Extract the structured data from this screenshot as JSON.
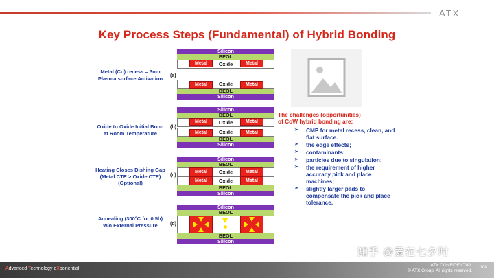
{
  "header": {
    "title": "Key Process Steps (Fundamental) of Hybrid Bonding",
    "logo_text": "ATX"
  },
  "steps": [
    {
      "letter": "(a)",
      "label": "Metal (Cu) recess = 3nm\nPlasma surface Activation",
      "top_stack": [
        "Silicon",
        "BEOL",
        "Oxide"
      ],
      "bottom_stack": [
        "Oxide",
        "BEOL",
        "Silicon"
      ],
      "metal": "Metal"
    },
    {
      "letter": "(b)",
      "label": "Oxide to Oxide Initial Bond\nat Room Temperature",
      "top_stack": [
        "Silicon",
        "BEOL",
        "Oxide"
      ],
      "bottom_stack": [
        "Oxide",
        "BEOL",
        "Silicon"
      ],
      "metal": "Metal"
    },
    {
      "letter": "(c)",
      "label": "Heating Closes Dishing Gap\n(Metal CTE > Oxide CTE)\n(Optional)",
      "top_stack": [
        "Silicon",
        "BEOL",
        "Oxide"
      ],
      "bottom_stack": [
        "Oxide",
        "BEOL",
        "Silicon"
      ],
      "metal": "Metal"
    },
    {
      "letter": "(d)",
      "label": "Annealing (300ºC for 0.5h)\nw/o External Pressure",
      "top_stack": [
        "Silicon",
        "BEOL"
      ],
      "bottom_stack": [
        "BEOL",
        "Silicon"
      ]
    }
  ],
  "challenges": {
    "heading": "The challenges (opportunities)\nof CoW hybrid bonding are:",
    "items": [
      "CMP for metal recess, clean, and flat surface.",
      "the edge effects;",
      "contaminants;",
      "particles due to singulation;",
      "the requirement of higher accuracy pick and place machines;",
      "slightly larger pads to compensate the pick and place tolerance."
    ]
  },
  "footer": {
    "tagline_parts": [
      "A",
      "dvanced ",
      "T",
      "echnology e",
      "X",
      "ponential"
    ],
    "confidential": "ATX CONFIDENTIAL",
    "rights": "© ATX Group. All rights reserved.",
    "page": "108"
  },
  "watermark": "知乎 @爱在七夕时",
  "colors": {
    "title": "#d5281b",
    "label": "#1f3a9a",
    "silicon": "#7d33b5",
    "beol": "#b7d86d",
    "metal": "#e8231c",
    "arrow": "#ffe600"
  },
  "icons": {
    "image_placeholder": "image-placeholder-icon",
    "bullet": "arrow-bullet-icon"
  }
}
